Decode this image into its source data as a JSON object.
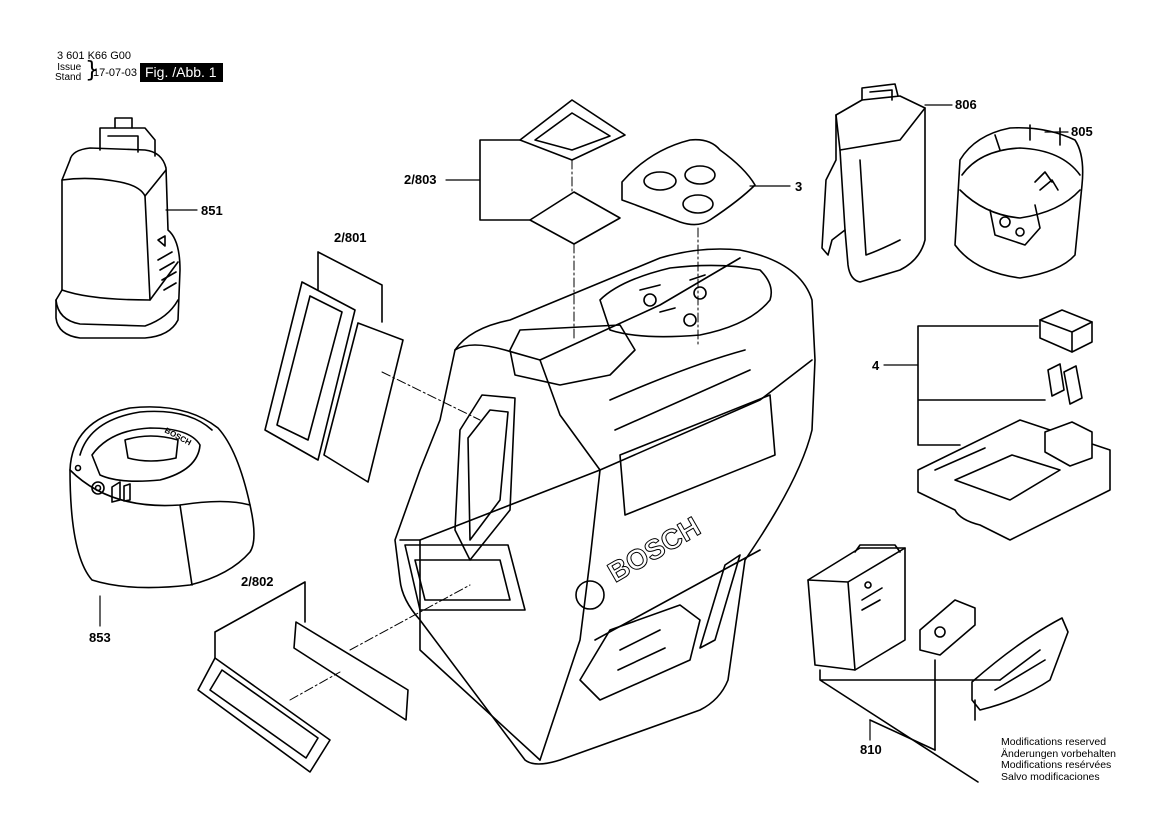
{
  "header": {
    "part_number": "3 601 K66 G00",
    "issue_label_1": "Issue",
    "issue_label_2": "Stand",
    "date": "17-07-03",
    "figure": "Fig. /Abb. 1"
  },
  "labels": {
    "l851": "851",
    "l853": "853",
    "l2_801": "2/801",
    "l2_802": "2/802",
    "l2_803": "2/803",
    "l3": "3",
    "l806": "806",
    "l805": "805",
    "l4": "4",
    "l810": "810"
  },
  "brand": "BOSCH",
  "notes": [
    "Modifications reserved",
    "Änderungen vorbehalten",
    "Modifications resérvées",
    "Salvo modificaciones"
  ]
}
